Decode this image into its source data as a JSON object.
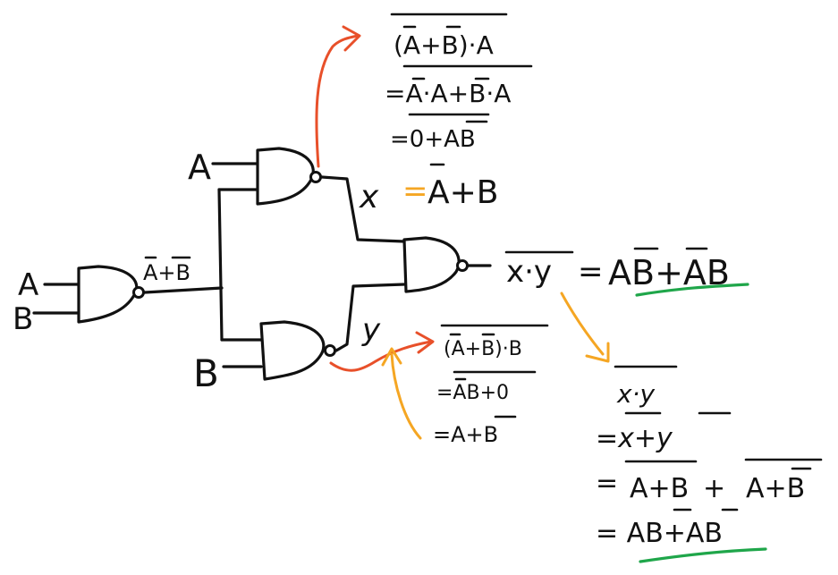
{
  "colors": {
    "ink": "#111111",
    "red_arrow": "#e8502a",
    "orange_arrow": "#f5a623",
    "green_underline": "#1fa64a",
    "x_equals_orange": "#f5a623"
  },
  "inputs": {
    "left_a": "A",
    "left_b": "B",
    "top_a": "A",
    "bottom_b": "B"
  },
  "labels": {
    "first_nand_out": "A+B",
    "node_x": "x",
    "x_equals": "=",
    "x_expr": "A+B",
    "node_y": "y",
    "output_expr": "x·y",
    "output_eq": "=",
    "output_result": "AB+AB"
  },
  "top_derivation": {
    "line1": "(A+B)·A",
    "line2": "=A·A+B·A",
    "line3": "=0+AB"
  },
  "mid_derivation": {
    "line1": "(A+B)·B",
    "line2": "=AB+0",
    "line3": "=A+B"
  },
  "bottom_derivation": {
    "line1": "x·y",
    "line2": "=x+y",
    "line3a": "=",
    "line3b": "A+B",
    "line3c": "+",
    "line3d": "A+B",
    "line4": "= AB+AB"
  }
}
